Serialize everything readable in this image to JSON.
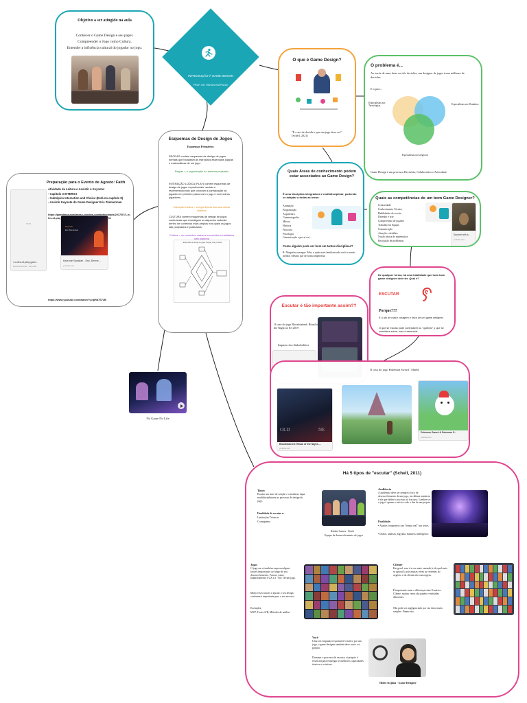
{
  "center": {
    "title": "INTRODUÇÃO À GAME DESIGN",
    "author": "PROF. DR. RENAN RAFFAELE"
  },
  "objective": {
    "title": "Objetivo a ser atingido na aula",
    "lines": [
      "Conhecer o Game Design e seu papel.",
      "Compreender o Jogo como Cultura.",
      "Entender a influência cultural do jogador no jogo."
    ]
  },
  "what_is": {
    "title": "O que é Game Design?",
    "caption": "\"É o ato de decidir o que um jogo deve ser\" (Schell, 2021)"
  },
  "problem": {
    "title": "O problema é...",
    "text1": "Ao invés de uma, duas ou três decisões, um designer de jogos toma milhares de decisões.",
    "text2": "E o pior...",
    "circle_labels": [
      "Especialistas nos Tecnologias",
      "Especialistas nos Domínios",
      "Especialistas nos negócios"
    ],
    "footer": "Game Design é um processo Decisório, Colaborativo e Articulado"
  },
  "schemas": {
    "title": "Esquemas de Design de Jogos",
    "subtitle": "Esquemas Primários",
    "p1": "REGRAS contém esquemas de design de jogos formais que focalizam as estruturas essenciais lógicas e matemáticas de um jogo.",
    "p1b": "Regras = a organização do sistema projetado",
    "p2": "INTERAÇÃO LÚDICA (PLAY) contém esquemas de design de jogos experienciais, sociais e representacionais que colocam a participação do jogador em primeiro plano com o jogo e com outros jogadores.",
    "p2b": "Interação Lúdica = a experiência humana desse sistema",
    "p3": "CULTURA contém esquemas de design de jogos contextuais que investigam os aspectos culturais dentro de contextos mais amplos nos quais os jogos são projetados e praticados.",
    "p3b": "Cultura = os contextos maiores envolvidos e habitados pelo sistema",
    "diagram_title": "Esquemas de design de jogos: Regras, Play, Cultura"
  },
  "prep": {
    "title": "Preparação para o Evento de Agosto: Faith",
    "activity": "Atividade de Leitura e Assistir o Keynote:",
    "items": [
      "- Capítulo 3 INTERICI",
      "- Subtópico Interaction and Choice (Está no capítulo 8)",
      "- Assistir Keynote do Game Designer Eric Zimmerman"
    ],
    "link1": "https://gamifique.wordpress.com/wp-content/uploads/2017/07/1-rules-of-play-game-design-fundamentals.pdf#page82",
    "doc_label": "1-rules-of-play-gam...",
    "doc_sub": "Documento PDF · 34,5 MB",
    "video_label": "Keynote Speaker - Eric Zimme...",
    "video_sub": "youtube.com",
    "link2": "https://www.youtube.com/watch?v=fpRb7S72B"
  },
  "no_game": {
    "caption": "No Game No Life"
  },
  "areas": {
    "title": "Quais Áreas de conhecimento podem estar associados ao Game Design?",
    "intro": "É uma disciplina integradora e multidisciplinar, podendo se adaptar a todas as áreas:",
    "list": [
      "Animação",
      "Programação",
      "Arquitetura",
      "Cinematografia",
      "Música",
      "História",
      "Filosofia",
      "Psicologia",
      "Comunicação e por aí vai..."
    ],
    "question": "Como alguém pode ser bom em tantas disciplinas?",
    "answer": "R: Ninguém consegue. Mas, o quão mais familiarizado você se sentir melhor. Mesmo que de forma imperfeita."
  },
  "skills": {
    "title": "Quais as competências de um bom Game Designer?",
    "list": [
      "Criatividade",
      "Conhecimento Técnico",
      "Habilidades de escrita",
      "Desenho e arte",
      "Compreensão de jogador",
      "Trabalho em Equipe",
      "Comunicação",
      "Atenção a detalhes",
      "Noção básica de matemática",
      "Resolução de problemas"
    ],
    "thumb_label": "Squirrel with a...",
    "thumb_sub": "youtube.com"
  },
  "listen_skill": {
    "question": "De qualquer forma, há uma habilidade que todo bom game designer deve ter. Qual é?",
    "word": "ESCUTAR",
    "why": "Porque???",
    "because": "É o ato de maior coragem e risco de um game designer.",
    "note": "O que se escuta pode contradizer ou \"quebrar\" o que se considera sobre, mas é essencial."
  },
  "important": {
    "title": "Escutar é tão importante assim??",
    "case1": "O caso do jogo Bloodstained: Ritual of the Night no E3 2019",
    "impact": "Impacto dos Stakeholders",
    "link_sub": "youtube.com",
    "case2": "O caso do jogo Pokémon Sword / Shield",
    "video1": "Bloodstained: Ritual of the Night -...",
    "video2": "Pokemon Sword & Pokemon S...",
    "sub": "youtube.com"
  },
  "types": {
    "title": "Há 5 tipos de \"escutar\" (Schell, 2011)",
    "time_title": "Time:",
    "time_text": "Escutar um time de criação e considerar input multidisciplinares no processo de design do jogo.",
    "time_final_title": "Finalidade de escutar o:",
    "time_final": [
      "Limitações Técnicas",
      "Cronograma"
    ],
    "time_caption1": "Kolake Games - Keele",
    "time_caption2": "Equipe de desenvolvimento de jogos",
    "audience_title": "Audiência",
    "audience_text": "A audiência deve ser sempre o foco de desenvolvimento de um jogo, em última instância é ela que define o sucesso ou fracasso. Lembre-se: o jogo é apenas o início e não o fim de um projeto.",
    "audience_final_title": "Finalidade:",
    "audience_final": [
      "• Ajustes frequentes com \"tempo real\" nos testes.",
      "• Dados, análises, big data, business intelligence."
    ],
    "game_title": "Jogo:",
    "game_text": "O jogo em si também expressa alguns fatores importantes ao longo de seu desenvolvimento. Fatores como: balanceamento e UX e a \"Voz\" de um jogo.",
    "game_text2": "Modo esses fatores e ajustar o seu design conforme é importante para o seu sucesso.",
    "game_ex_title": "Exemplos:",
    "game_ex": "MVP, Testes A/B, Métodos de análise",
    "client_title": "Cliente",
    "client_text": "Em geral, essa é a voz mais cansada (e da qual mais se ignora!), pois muitas vezes as vertentes do negócio e do cliente não convergem.",
    "client_text2": "É importante notar a diferença entre Usuário e Cliente, muitas vezes são papéis e entidades diferentes.",
    "client_text3": "Não pode ser negligenciado por seu fator muito simples: Financeiro.",
    "you_title": "Você",
    "you_text": "Uma vez enquanto responsável criativo por um jogo, o game designer também deve ouvir a si próprio.",
    "you_text2": "Dominar o processo de escuta a si próprio é essencial para empregar as melhores capacidades técnicas e criativas.",
    "you_caption": "Hideo Kojima - Game Designer"
  },
  "colors": {
    "teal": "#1ba6b6",
    "orange": "#f5a23a",
    "green": "#5cc16a",
    "magenta": "#e0458f",
    "gray": "#8a8a8a"
  }
}
